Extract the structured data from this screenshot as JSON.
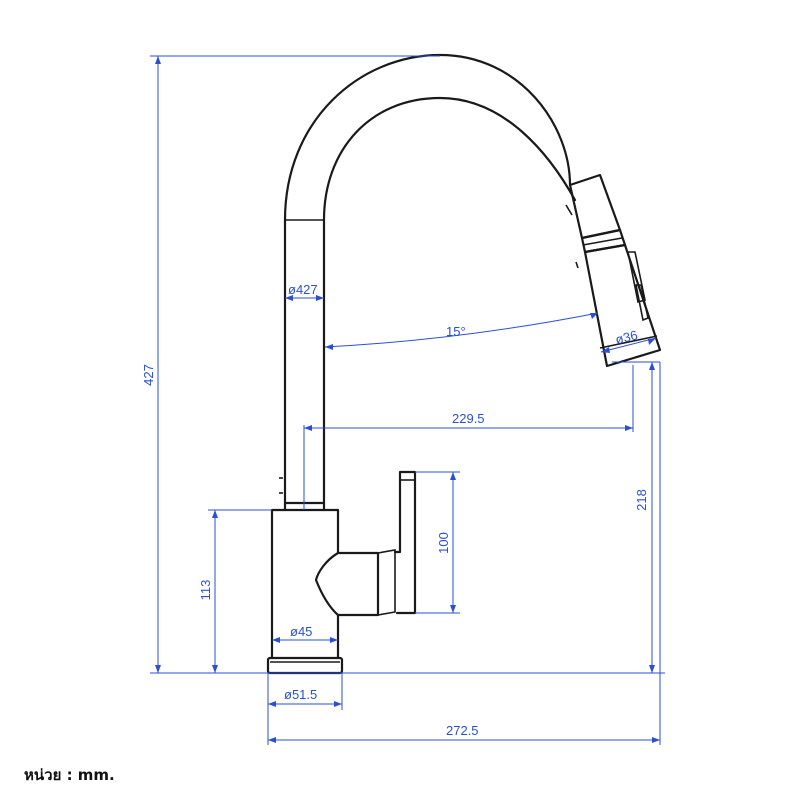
{
  "dimensions": {
    "total_height": "427",
    "hose_diameter": "ø427",
    "spray_angle": "15°",
    "spray_diameter": "ø36",
    "reach": "229.5",
    "spout_height": "218",
    "handle_height": "100",
    "body_height": "113",
    "body_diameter": "ø45",
    "base_diameter": "ø51.5",
    "total_width": "272.5"
  },
  "unit_note": "หน่วย : mm.",
  "colors": {
    "outline": "#1a1a1a",
    "dimension": "#2a4fd6",
    "background": "#ffffff"
  }
}
